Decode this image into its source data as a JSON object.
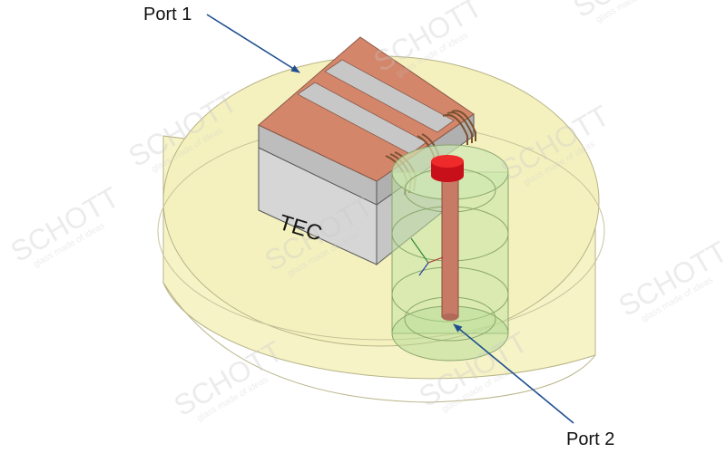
{
  "labels": {
    "port1": "Port 1",
    "port2": "Port 2",
    "tec": "TEC"
  },
  "watermark": {
    "brand": "SCHOTT",
    "tagline": "glass made of ideas"
  },
  "colors": {
    "base_disk": "#f5f2c2",
    "tec_top": "#d4866b",
    "tec_side": "#c9c9c9",
    "cylinder": "#b9df9a",
    "pin": "#c77a66",
    "pin_cap": "#e0101a",
    "arrow": "#1f4f8f"
  }
}
